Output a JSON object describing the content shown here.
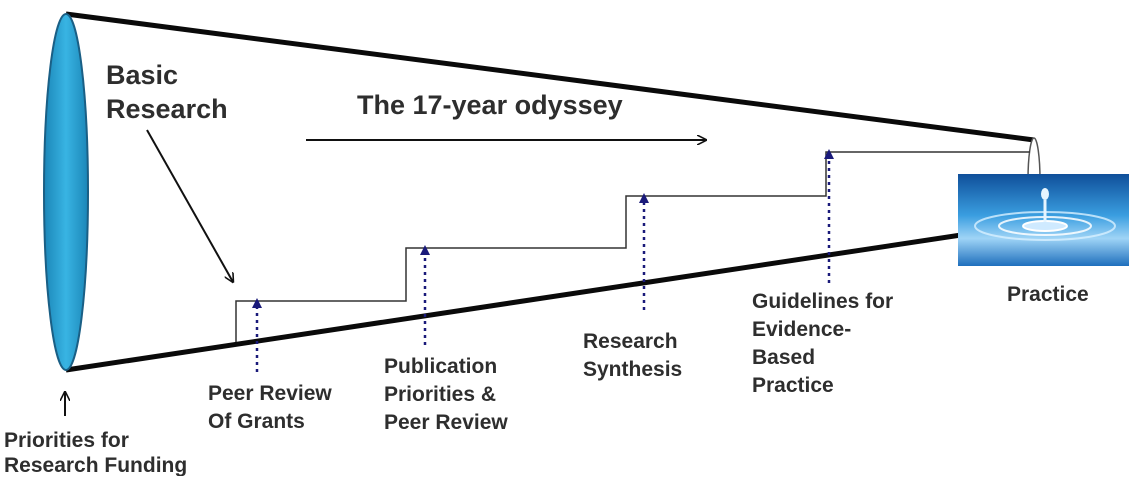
{
  "title": "The 17-year odyssey",
  "start_label": [
    "Basic",
    "Research"
  ],
  "end_label": "Practice",
  "funding_label": [
    "Priorities for",
    "Research Funding"
  ],
  "stages": [
    {
      "lines": [
        "Peer Review",
        "Of Grants"
      ]
    },
    {
      "lines": [
        "Publication",
        "Priorities &",
        "Peer Review"
      ]
    },
    {
      "lines": [
        "Research",
        "Synthesis"
      ]
    },
    {
      "lines": [
        "Guidelines for",
        "Evidence-",
        "Based",
        "Practice"
      ]
    }
  ],
  "colors": {
    "funnel_mouth": "#2a9fd0",
    "funnel_outline": "#0a0a0a",
    "stage_arrow": "#1a1a7a",
    "text": "#2e2e2e",
    "water": "#2a86c8"
  },
  "icons": {
    "practice_image": "water-drop-ripple-icon"
  }
}
